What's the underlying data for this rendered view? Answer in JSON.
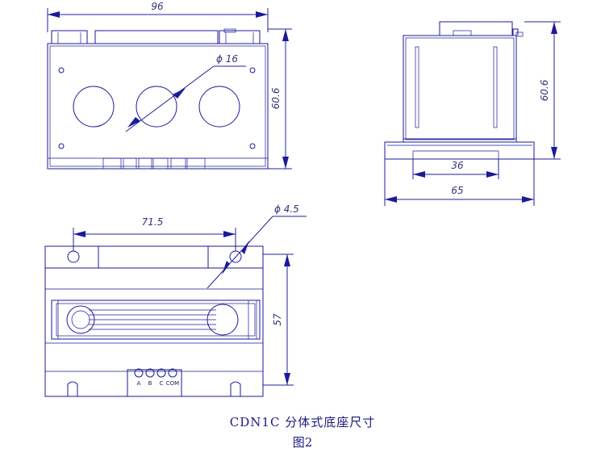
{
  "front_view": {
    "width": "96",
    "height": "60.6",
    "hole_diameter": "ϕ 16"
  },
  "side_view": {
    "height": "60.6",
    "slot_width": "36",
    "base_width": "65"
  },
  "bottom_view": {
    "hole_spacing": "71.5",
    "hole_diameter": "ϕ 4.5",
    "height": "57",
    "terminal_labels": [
      "A",
      "B",
      "C",
      "COM"
    ]
  },
  "caption": "CDN1C 分体式底座尺寸",
  "figure_number": "图2",
  "colors": {
    "line": "#1a1a99",
    "text": "#333377"
  }
}
